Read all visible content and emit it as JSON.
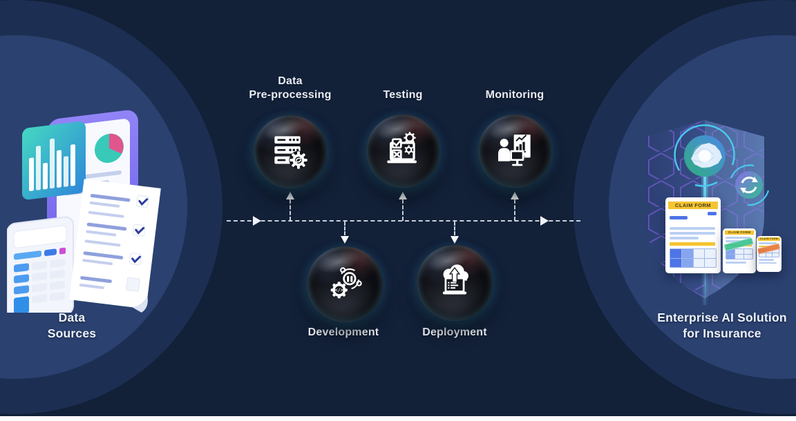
{
  "left_panel": {
    "caption": "Data Sources",
    "illustration_icons": [
      "tablet",
      "bar-chart-card",
      "pie-chart-report",
      "calculator",
      "checklist-scroll"
    ]
  },
  "pipeline": {
    "stages": [
      {
        "label": "Data Pre-processing",
        "label_line1": "Data",
        "label_line2": "Pre-processing",
        "icon": "server-gear",
        "row": "top"
      },
      {
        "label": "Testing",
        "icon": "checklist-gears",
        "row": "top"
      },
      {
        "label": "Monitoring",
        "icon": "analyst-monitor-chart",
        "row": "top"
      },
      {
        "label": "Development",
        "icon": "code-gear-orbit",
        "row": "bottom"
      },
      {
        "label": "Deployment",
        "icon": "cloud-upload-laptop",
        "row": "bottom"
      }
    ],
    "flow_direction": "left-to-right"
  },
  "right_panel": {
    "caption": "Enterprise AI Solution for Insurance",
    "claim_forms": [
      {
        "title": "CLAIM FORM",
        "size": "large"
      },
      {
        "title": "CLAIM FORM",
        "size": "medium",
        "stamp": "approved"
      },
      {
        "title": "CLAIM FORM",
        "size": "small",
        "stamp": "rejected"
      }
    ],
    "illustration_icons": [
      "shield-hexagons",
      "ai-brain-node",
      "sync-arrows-node",
      "data-beam"
    ]
  },
  "colors": {
    "background": "#122038",
    "circle_outer": "#1C2E52",
    "circle_inner": "#2B4170",
    "accent_cyan": "#49C9EE",
    "sphere_rim_glow": "#46C3FF",
    "label_text": "#E9EEF5",
    "form_yellow": "#F5C431",
    "stamp_green": "#3EC492",
    "stamp_orange": "#E87A3A",
    "hex_purple": "#8A63E8"
  }
}
